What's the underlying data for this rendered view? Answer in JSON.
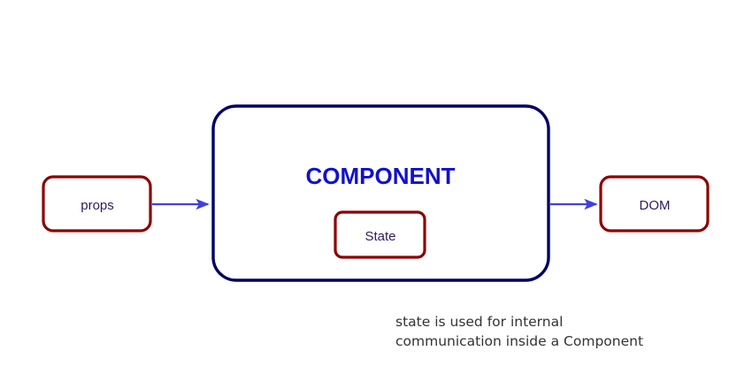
{
  "diagram": {
    "title_node": {
      "label": "COMPONENT",
      "border_color": "#000066",
      "text_color": "#1111CC",
      "fill": "#ffffff"
    },
    "input_node": {
      "label": "props",
      "border_color": "#8B0000",
      "text_color": "#2E1A5E",
      "fill": "#ffffff"
    },
    "output_node": {
      "label": "DOM",
      "border_color": "#8B0000",
      "text_color": "#2E1A5E",
      "fill": "#ffffff"
    },
    "inner_node": {
      "label": "State",
      "border_color": "#8B0000",
      "text_color": "#2E1A5E",
      "fill": "#ffffff"
    },
    "arrows": [
      {
        "name": "props-to-component",
        "color": "#4040E0",
        "from": "props",
        "to": "COMPONENT"
      },
      {
        "name": "component-to-dom",
        "color": "#4040E0",
        "from": "COMPONENT",
        "to": "DOM"
      }
    ],
    "caption": {
      "line1": "state is used for internal",
      "line2": "communication inside a Component",
      "color": "#333333"
    },
    "background_color": "#ffffff"
  }
}
